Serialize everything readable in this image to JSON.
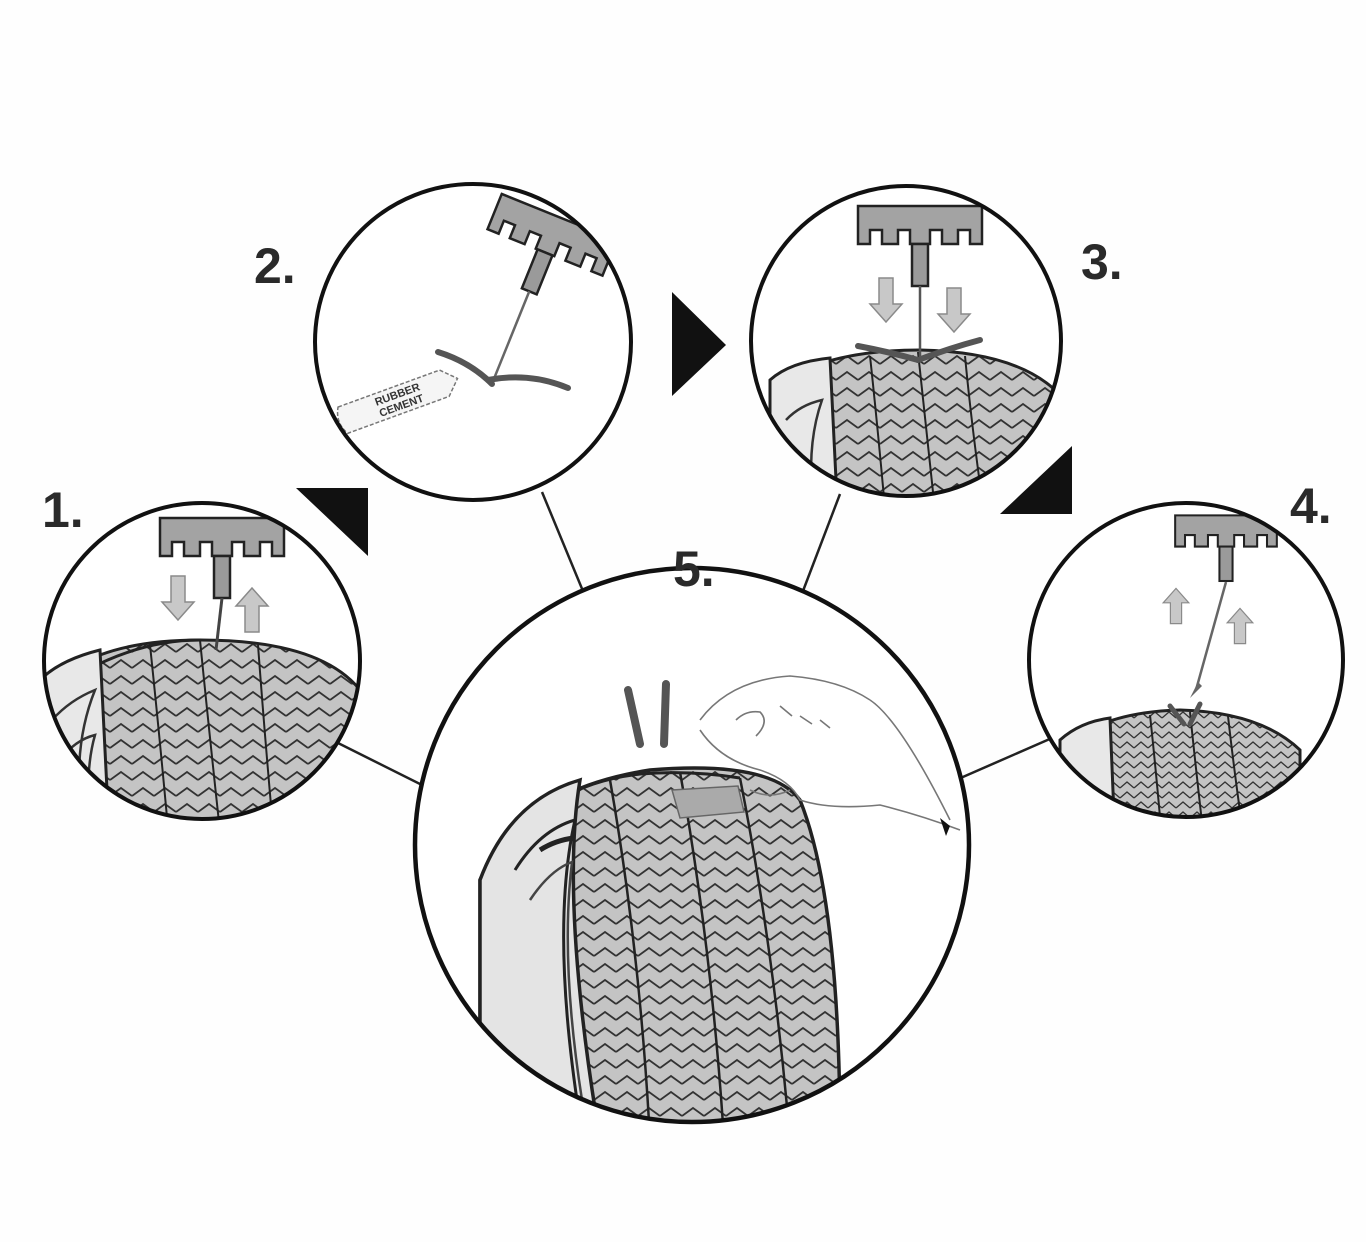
{
  "steps": [
    {
      "label": "1.",
      "description": "Insert rasp tool into puncture and move up and down"
    },
    {
      "label": "2.",
      "description": "Thread plug through needle eye and coat with rubber cement"
    },
    {
      "label": "3.",
      "description": "Push needle with plug into the puncture"
    },
    {
      "label": "4.",
      "description": "Pull needle straight out leaving plug in tire"
    },
    {
      "label": "5.",
      "description": "Cut off excess plug flush with tread"
    }
  ],
  "cement_tube": {
    "line1": "RUBBER",
    "line2": "CEMENT"
  },
  "colors": {
    "ink": "#1a1a1a",
    "tool": "#9a9a9a",
    "tire": "#bdbdbd",
    "arrow": "#b8b8b8",
    "pointer": "#111111"
  },
  "icons": [
    "t-handle-tool-icon",
    "tire-icon",
    "plug-strip-icon",
    "rubber-cement-tube-icon",
    "direction-arrow-icon",
    "hand-icon"
  ]
}
